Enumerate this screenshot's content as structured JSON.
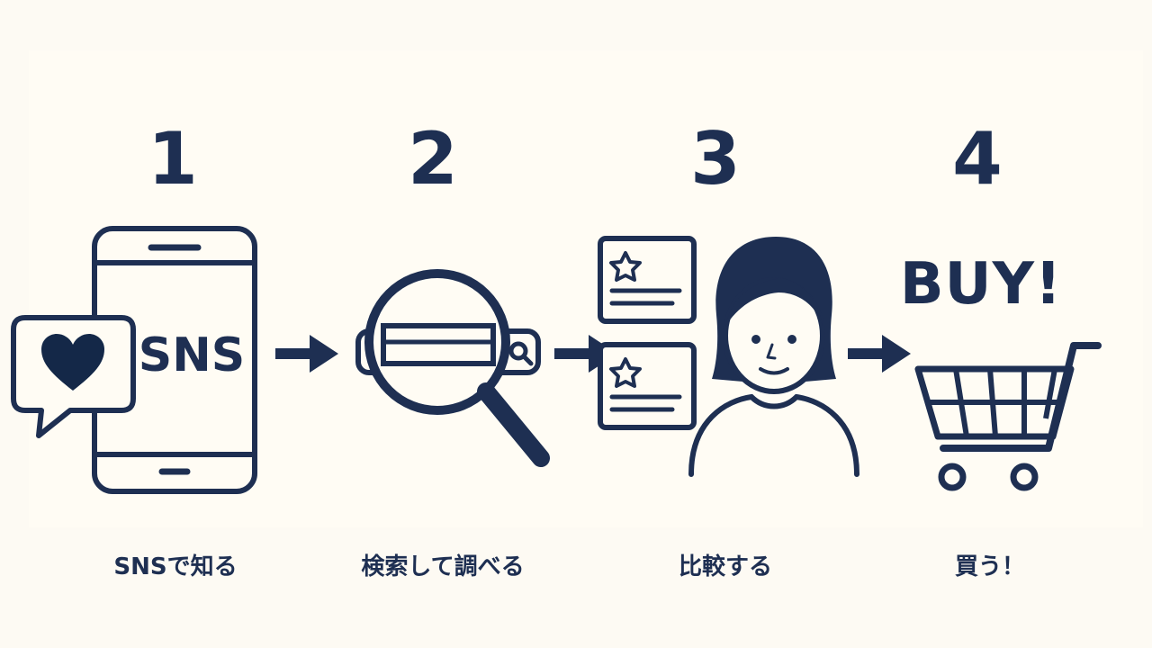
{
  "colors": {
    "background": "#fdfaf3",
    "ink": "#1e2f52",
    "accent_heart": "#142848"
  },
  "steps": [
    {
      "number": "1",
      "caption": "SNSで知る",
      "icon": "smartphone-heart-icon",
      "icon_text": "SNS"
    },
    {
      "number": "2",
      "caption": "検索して調べる",
      "icon": "magnifier-search-icon"
    },
    {
      "number": "3",
      "caption": "比較する",
      "icon": "person-compare-cards-icon"
    },
    {
      "number": "4",
      "caption": "買う！",
      "icon": "shopping-cart-icon",
      "icon_text": "BUY!"
    }
  ],
  "connectors": [
    "arrow-right-icon",
    "arrow-right-icon",
    "arrow-right-icon"
  ]
}
